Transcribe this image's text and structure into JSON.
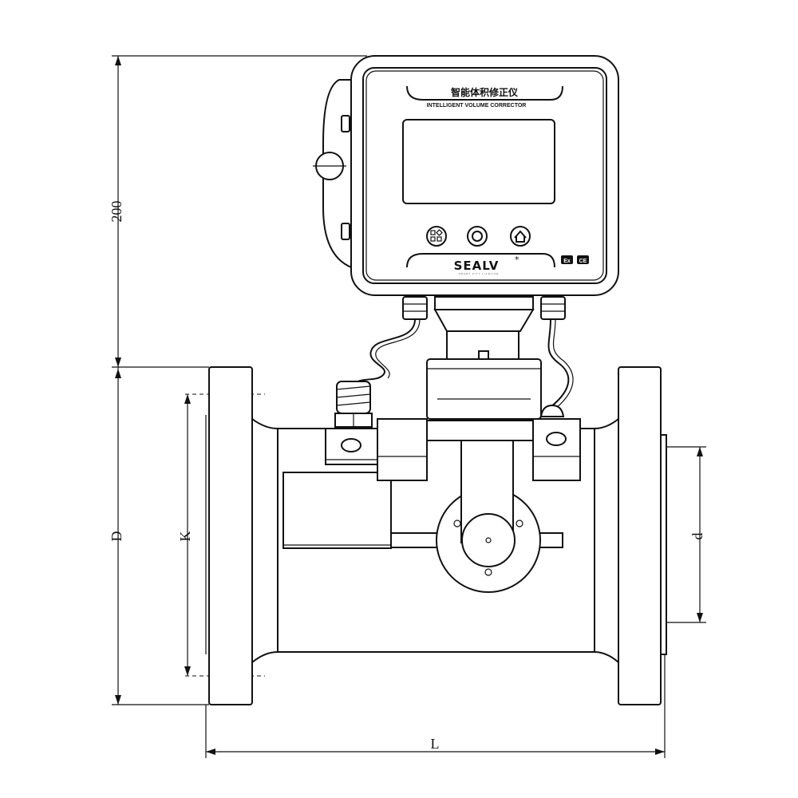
{
  "drawing": {
    "display_head": {
      "title_cn": "智能体积修正仪",
      "title_en": "INTELLIGENT VOLUME CORRECTOR",
      "brand": "SEALV",
      "brand_mark": "*",
      "tagline": "SMART CITY LIFELINE",
      "badges": [
        "Ex",
        "CE"
      ],
      "buttons": [
        "menu-icon",
        "ok-circle-icon",
        "home-icon"
      ]
    },
    "dimensions": {
      "height_head": "200",
      "flange_diameter": "D",
      "bolt_circle": "K",
      "bore": "d",
      "length": "L"
    },
    "colors": {
      "line": "#111111",
      "background": "#ffffff"
    }
  }
}
